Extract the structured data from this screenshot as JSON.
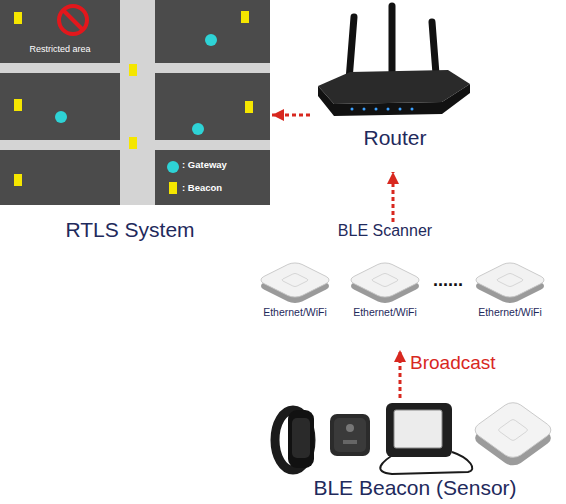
{
  "diagram": {
    "nodes": [
      {
        "text": [
          "RTLS System"
        ]
      },
      {
        "text": [
          "Router"
        ]
      },
      {
        "text": [
          "BLE Scanner"
        ]
      },
      {
        "text": [
          "Ethernet/WiFi"
        ],
        "in": 2
      },
      {
        "text": [
          "Ethernet/WiFi"
        ],
        "in": 2
      },
      {
        "text": [
          "Ethernet/WiFi"
        ],
        "in": 2
      },
      {
        "text": [
          "BLE Beacon (Sensor)"
        ]
      }
    ],
    "edges": [
      {
        "from": 1,
        "to": 0,
        "arrow": "to"
      },
      {
        "from": 2,
        "to": 1,
        "arrow": "to"
      },
      {
        "from": 6,
        "to": 2,
        "arrow": "to",
        "label": "Broadcast"
      }
    ],
    "labels": [
      "Restricted area",
      "......"
    ],
    "legend": [
      {
        "text": ": Gateway",
        "color": "#2ed3d6"
      },
      {
        "text": ": Beacon",
        "color": "#f5e600"
      }
    ]
  }
}
